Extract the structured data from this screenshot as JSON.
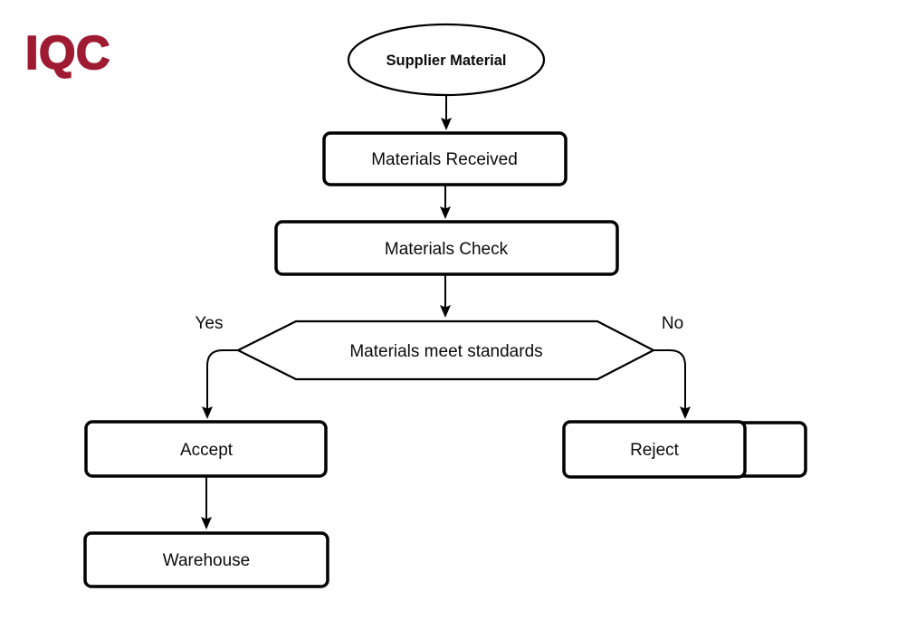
{
  "title": "IQC",
  "colors": {
    "brand": "#9e1b32",
    "line": "#000000",
    "node_fill": "#ffffff",
    "text": "#0b0b0b"
  },
  "nodes": {
    "supplier": {
      "label": "Supplier Material",
      "shape": "ellipse"
    },
    "received": {
      "label": "Materials Received",
      "shape": "process"
    },
    "check": {
      "label": "Materials Check",
      "shape": "process"
    },
    "decision": {
      "label": "Materials meet standards",
      "shape": "decision-hexagon"
    },
    "accept": {
      "label": "Accept",
      "shape": "process"
    },
    "reject": {
      "label": "Reject",
      "shape": "process-double"
    },
    "warehouse": {
      "label": "Warehouse",
      "shape": "process"
    }
  },
  "edges": {
    "yes_label": "Yes",
    "no_label": "No",
    "connections": [
      {
        "from": "supplier",
        "to": "received",
        "label": ""
      },
      {
        "from": "received",
        "to": "check",
        "label": ""
      },
      {
        "from": "check",
        "to": "decision",
        "label": ""
      },
      {
        "from": "decision",
        "to": "accept",
        "label": "Yes"
      },
      {
        "from": "decision",
        "to": "reject",
        "label": "No"
      },
      {
        "from": "accept",
        "to": "warehouse",
        "label": ""
      }
    ]
  }
}
